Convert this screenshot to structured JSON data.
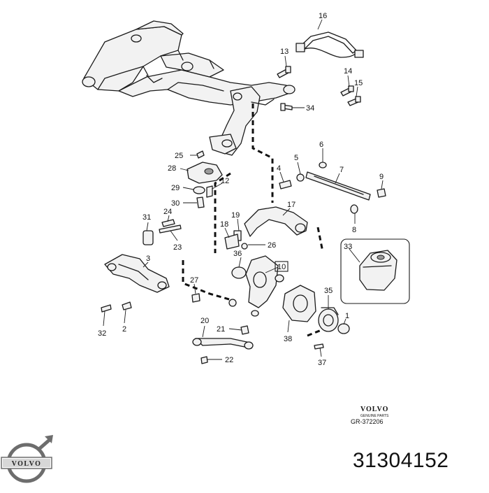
{
  "diagram": {
    "callouts": [
      "1",
      "2",
      "3",
      "4",
      "5",
      "6",
      "7",
      "8",
      "9",
      "10",
      "12",
      "13",
      "14",
      "15",
      "16",
      "17",
      "18",
      "19",
      "20",
      "21",
      "22",
      "23",
      "24",
      "25",
      "26",
      "27",
      "28",
      "29",
      "30",
      "31",
      "32",
      "33",
      "34",
      "35",
      "36",
      "37",
      "38"
    ],
    "brand_block": {
      "brand": "VOLVO",
      "subtitle": "GENUINE PARTS",
      "reference": "GR-372206"
    }
  },
  "footer": {
    "logo_text": "VOLVO",
    "part_number": "31304152"
  }
}
